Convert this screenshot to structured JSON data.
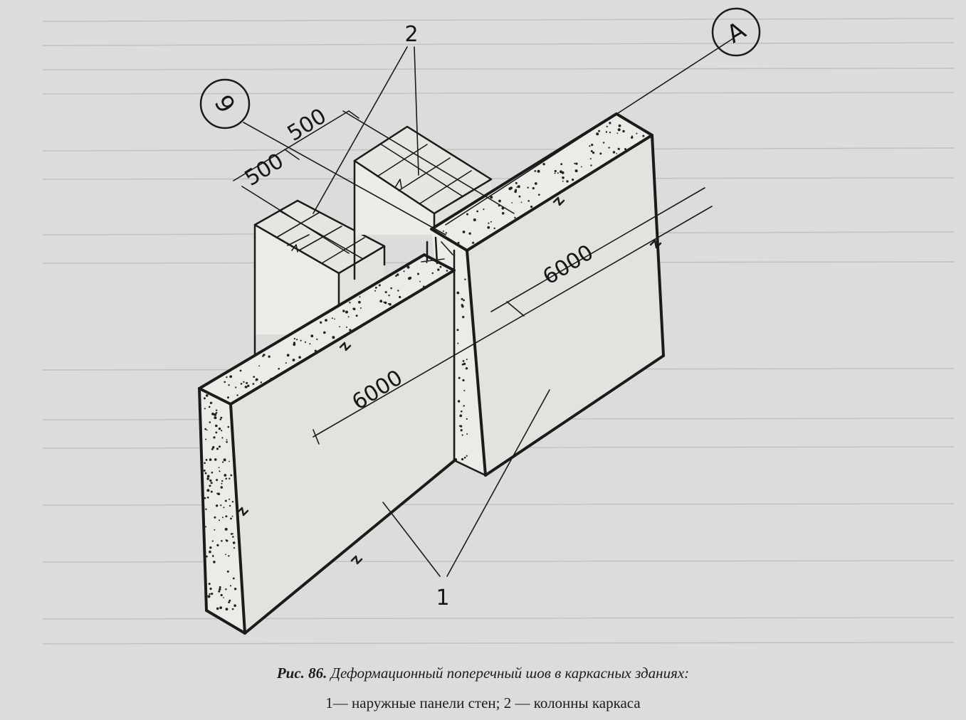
{
  "figure": {
    "axis_labels": [
      "9",
      "A"
    ],
    "dimensions": {
      "d500_a": "500",
      "d500_b": "500",
      "d6000_a": "6000",
      "d6000_b": "6000"
    },
    "callouts": {
      "columns": "2",
      "panels": "1"
    }
  },
  "caption": {
    "figure_number": "Рис. 86.",
    "title": "Деформационный поперечный шов в каркасных зданиях:",
    "legend": "1— наружные панели стен; 2 — колонны каркаса"
  }
}
